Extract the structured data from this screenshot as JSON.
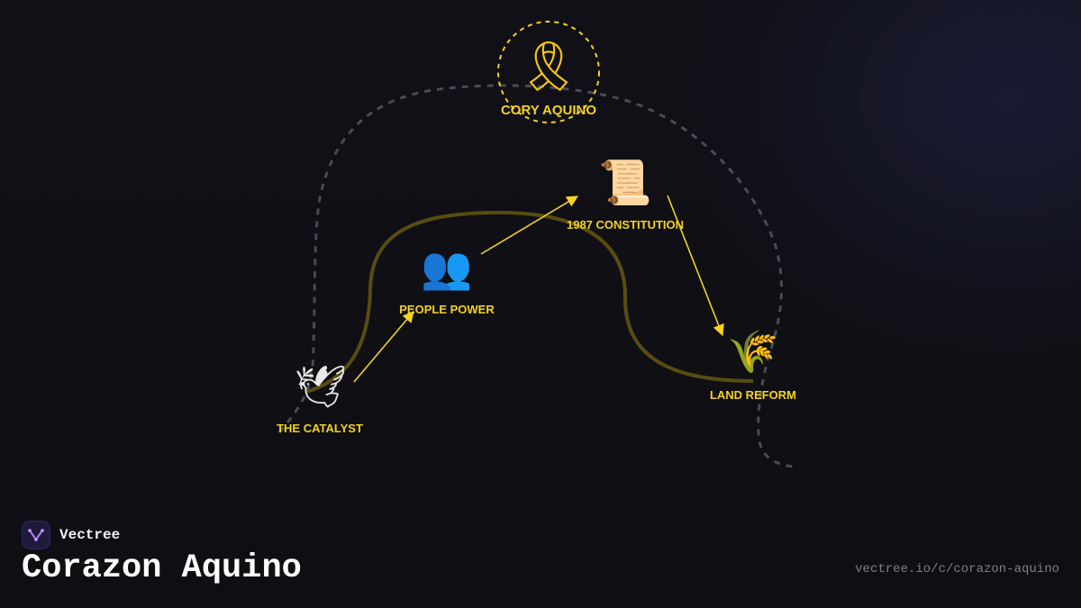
{
  "brand": {
    "name": "Vectree",
    "logo_icon": "vectree-logo-icon"
  },
  "title": "Corazon Aquino",
  "url": "vectree.io/c/corazon-aquino",
  "colors": {
    "accent": "#f5d21f",
    "path": "#5a4c10",
    "outline": "#4a4a52",
    "background": "#0e0e13"
  },
  "diagram": {
    "center": {
      "id": "cory",
      "label": "CORY AQUINO",
      "icon": "ribbon-icon",
      "glyph": "🎗"
    },
    "nodes": [
      {
        "id": "catalyst",
        "label": "THE CATALYST",
        "icon": "dove-icon",
        "glyph": "🕊"
      },
      {
        "id": "people",
        "label": "PEOPLE POWER",
        "icon": "people-icon",
        "glyph": "👥"
      },
      {
        "id": "constitution",
        "label": "1987 CONSTITUTION",
        "icon": "scroll-icon",
        "glyph": "📜"
      },
      {
        "id": "reform",
        "label": "LAND REFORM",
        "icon": "wheat-icon",
        "glyph": "🌾"
      }
    ],
    "edges": [
      {
        "from": "catalyst",
        "to": "people"
      },
      {
        "from": "people",
        "to": "constitution"
      },
      {
        "from": "constitution",
        "to": "reform"
      }
    ]
  }
}
